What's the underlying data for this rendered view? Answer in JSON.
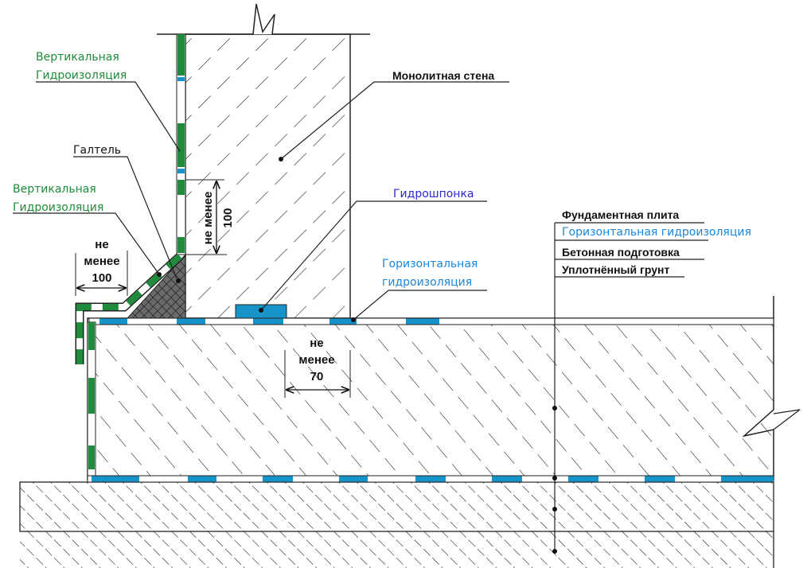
{
  "colors": {
    "green": "#1e8c3c",
    "blue_dark": "#2a2ac8",
    "blue_light": "#1f86d6",
    "membrane_blue": "#1893c9",
    "galtel": "#555555"
  },
  "labels": {
    "vertical_top": [
      "Вертикальная",
      "Гидроизоляция"
    ],
    "galtel": "Галтель",
    "vertical_lower": [
      "Вертикальная",
      "Гидроизоляция"
    ],
    "monolith_wall": "Монолитная стена",
    "waterstop": "Гидрошпонка",
    "horizontal_mid": [
      "Горизонтальная",
      "гидроизоляция"
    ],
    "layers": [
      {
        "text": "Фундаментная плита",
        "color": "black"
      },
      {
        "text": "Горизонтальная гидроизоляция",
        "color": "blue"
      },
      {
        "text": "Бетонная подготовка",
        "color": "black"
      },
      {
        "text": "Уплотнённый грунт",
        "color": "black"
      }
    ]
  },
  "dimensions": {
    "left": [
      "не",
      "менее",
      "100"
    ],
    "wall": [
      "не менее",
      "100"
    ],
    "slab": [
      "не",
      "менее",
      "70"
    ]
  }
}
